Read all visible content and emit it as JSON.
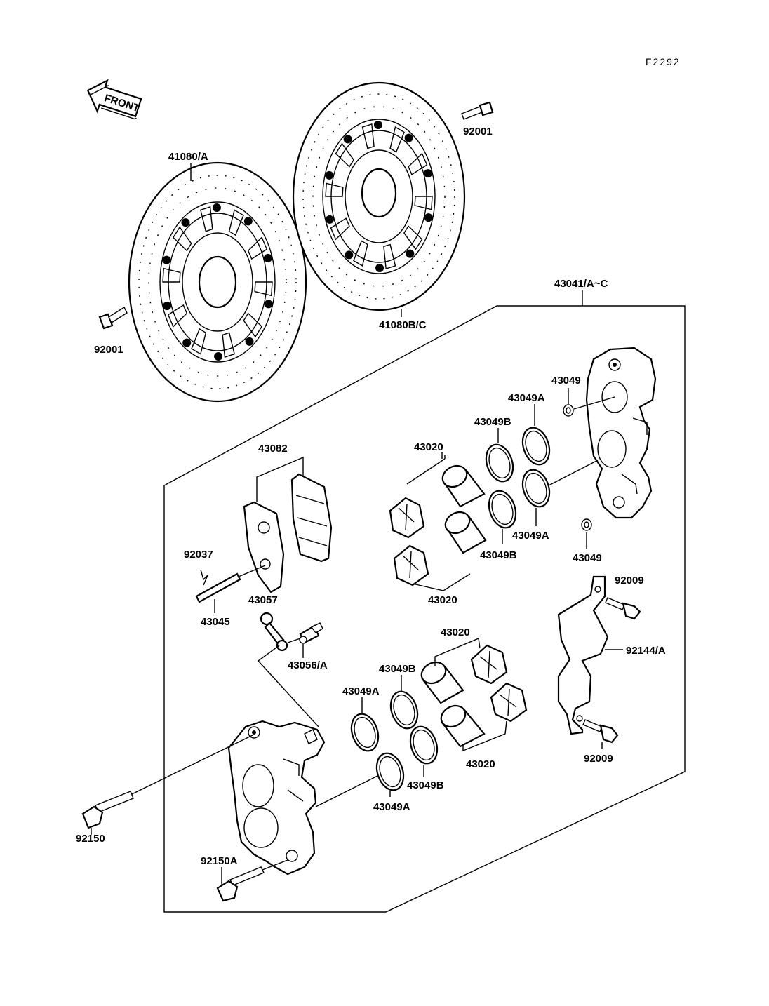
{
  "sheet_code": "F2292",
  "front_arrow_label": "FRONT",
  "labels": {
    "disc_left": "41080/A",
    "disc_right": "41080B/C",
    "bolt_top": "92001",
    "bolt_left": "92001",
    "caliper_assy": "43041/A~C",
    "seal_upper_top": "43049",
    "seal_upper_a1": "43049A",
    "seal_upper_b1": "43049B",
    "piston_upper_top": "43020",
    "pad": "43082",
    "seal_upper_a2": "43049A",
    "seal_upper_b2": "43049B",
    "seal_upper_bottom": "43049",
    "piston_upper_bottom": "43020",
    "clip": "92037",
    "pin": "43045",
    "spring": "43057",
    "bleeder": "43056/A",
    "bolt_cover_top": "92009",
    "cover": "92144/A",
    "bolt_cover_bottom": "92009",
    "piston_lower_top": "43020",
    "seal_lower_b1": "43049B",
    "seal_lower_a1": "43049A",
    "piston_lower_bottom": "43020",
    "seal_lower_b2": "43049B",
    "seal_lower_a2": "43049A",
    "mount_bolt": "92150",
    "mount_bolt_a": "92150A"
  }
}
